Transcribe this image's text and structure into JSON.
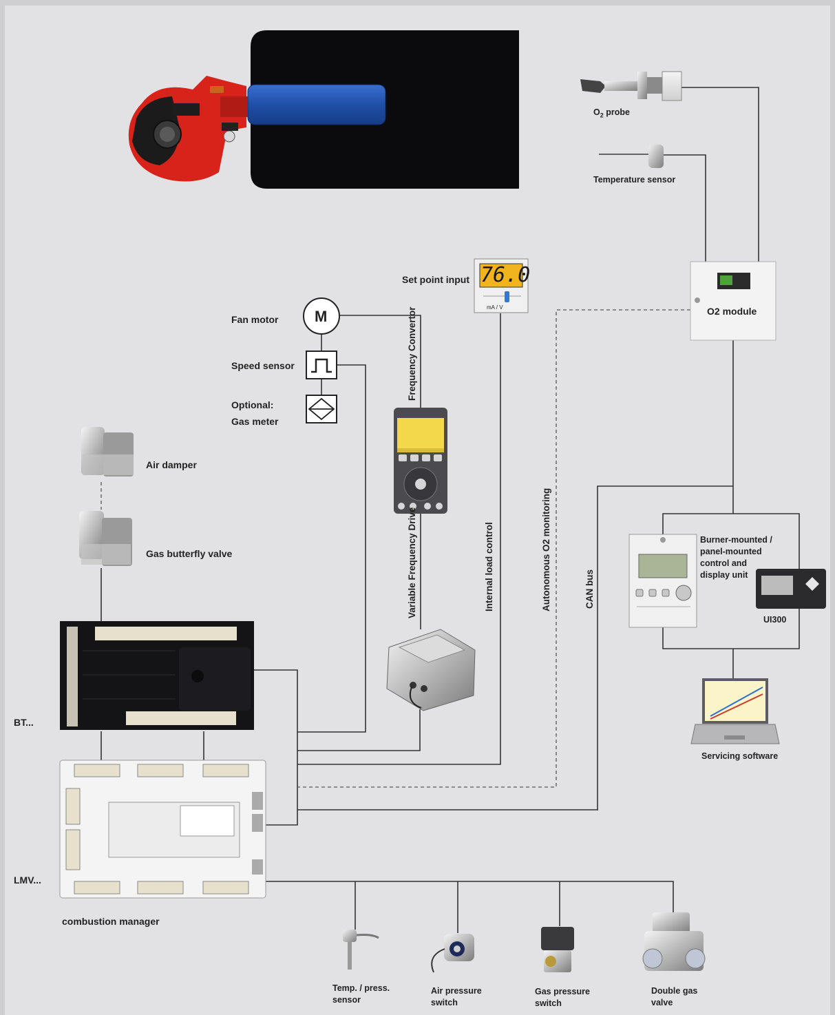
{
  "labels": {
    "o2_probe_main": "O",
    "o2_probe_sub": "2",
    "o2_probe_rest": " probe",
    "temperature_sensor": "Temperature sensor",
    "set_point_input": "Set point input",
    "set_point_value": "76.0",
    "set_point_unit": "mA / V",
    "o2_module": "O2 module",
    "fan_motor": "Fan motor",
    "motor_symbol": "M",
    "speed_sensor": "Speed sensor",
    "optional_gas_meter_line1": "Optional:",
    "optional_gas_meter_line2": "Gas meter",
    "frequency_convertor": "Frequency Convertor",
    "variable_frequency_drive": "Variable Frequency Drive",
    "internal_load_control": "Internal load control",
    "autonomous_o2_monitoring": "Autonomous  O2 monitoring",
    "can_bus": "CAN bus",
    "air_damper": "Air damper",
    "gas_butterfly_valve": "Gas butterfly valve",
    "burner_mounted_line1": "Burner-mounted /",
    "burner_mounted_line2": "panel-mounted",
    "burner_mounted_line3": "control and",
    "burner_mounted_line4": "display unit",
    "ui300": "UI300",
    "servicing_software": "Servicing software",
    "bt": "BT...",
    "lmv": "LMV...",
    "combustion_manager": "combustion manager",
    "temp_press_sensor_line1": "Temp. / press.",
    "temp_press_sensor_line2": "sensor",
    "air_pressure_switch_line1": "Air pressure",
    "air_pressure_switch_line2": "switch",
    "gas_pressure_switch_line1": "Gas pressure",
    "gas_pressure_switch_line2": "switch",
    "double_gas_valve_line1": "Double gas",
    "double_gas_valve_line2": "valve"
  },
  "colors": {
    "background": "#e2e2e4",
    "wire": "#333333",
    "burner_red": "#e0241b",
    "flame_blue": "#1f4fa8",
    "lcd_yellow": "#f2b41c"
  }
}
